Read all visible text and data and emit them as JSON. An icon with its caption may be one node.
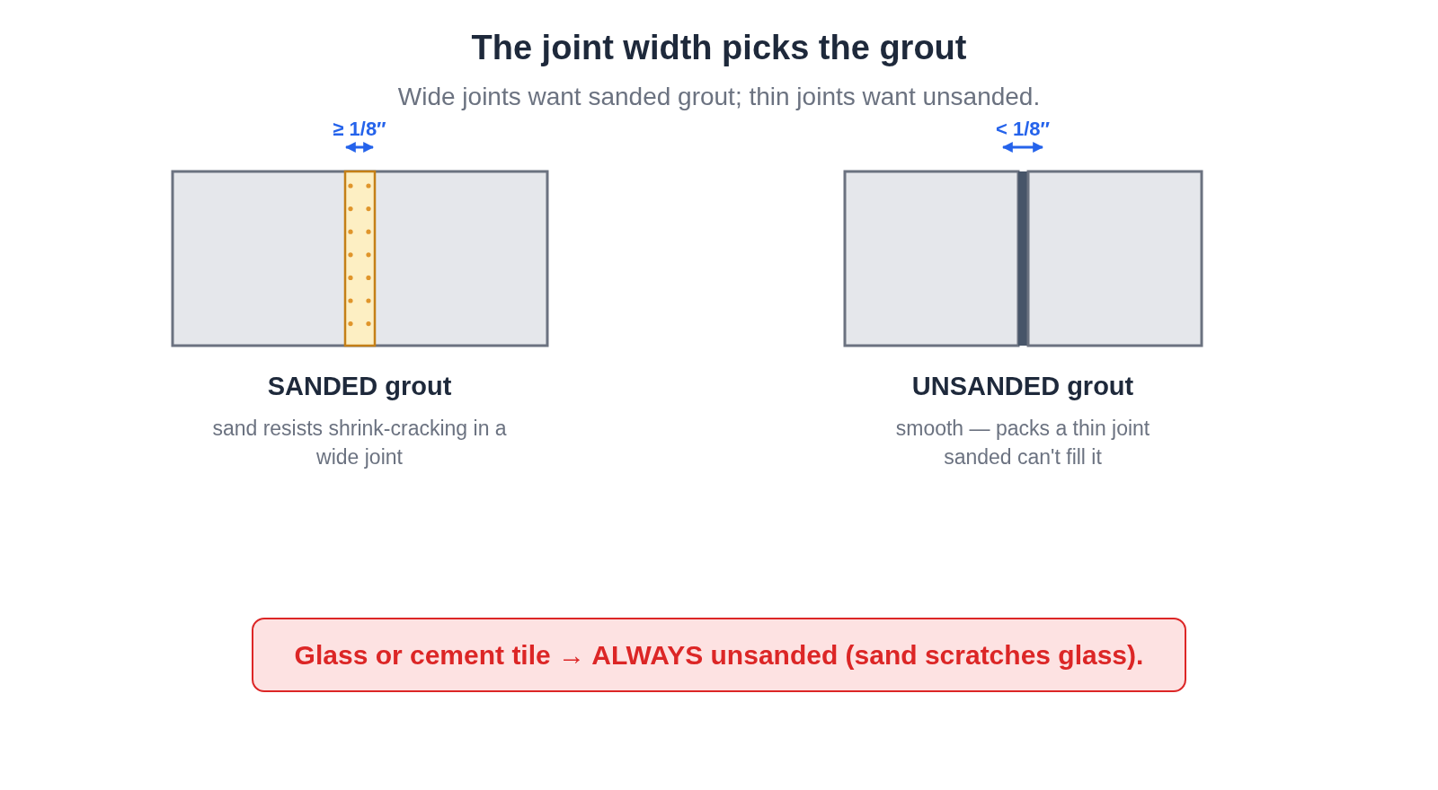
{
  "diagram": {
    "title": "The joint width picks the grout",
    "nodes": [
      {
        "text": [
          "Glass or cement tile → ALWAYS unsanded (sand scratches glass)."
        ]
      }
    ],
    "edges": [],
    "labels": [
      "Wide joints want sanded grout; thin joints want unsanded.",
      "≥ 1/8″",
      "< 1/8″",
      "SANDED grout",
      "sand resists shrink-cracking in a wide joint",
      "UNSANDED grout",
      "smooth — packs a thin joint sanded can't fill it"
    ]
  }
}
